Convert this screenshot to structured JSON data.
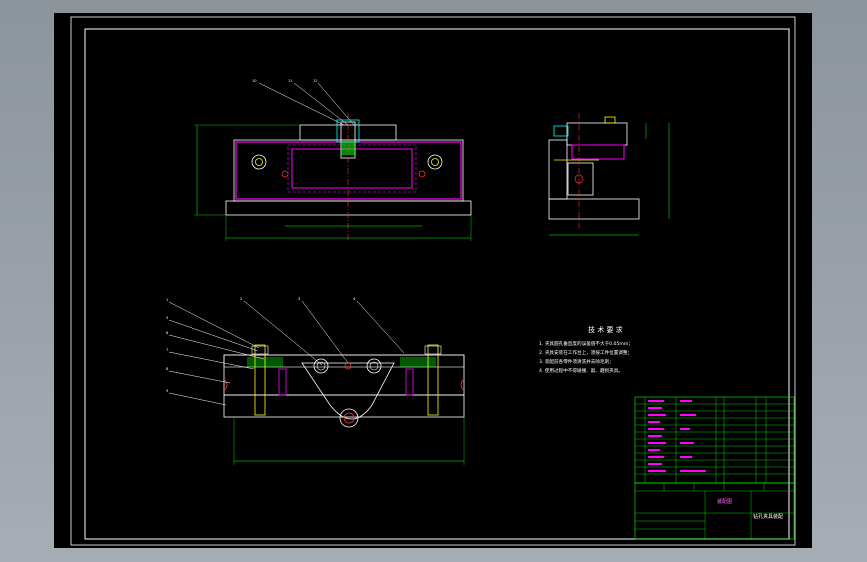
{
  "technical_requirements": {
    "title": "技 术 要 求",
    "items": [
      "1. 夹具圆孔垂直度的误差值不大于0.05mm；",
      "2. 夹具安装在工作台上，须按工件位置调整；",
      "3. 装配前各零件须清洗并去除毛刺；",
      "4. 使用过程中不得碰撞、敲、磨损夹具。"
    ]
  },
  "part_callouts": {
    "top_view": [
      "10",
      "11",
      "12"
    ],
    "front_view": [
      "1",
      "2",
      "3",
      "4",
      "5",
      "6",
      "7",
      "8",
      "9"
    ]
  },
  "title_block": {
    "drawing_name": "钻孔夹具装配",
    "sub_label": "装配图"
  },
  "colors": {
    "background": "#000000",
    "frame": "#ffffff",
    "outline": "#ffffff",
    "part": "#ff00ff",
    "dimension": "#00ff00",
    "hatch": "#00ff00",
    "centerline": "#ff3333",
    "bolt": "#ffff00",
    "annotation": "#00ffff"
  }
}
